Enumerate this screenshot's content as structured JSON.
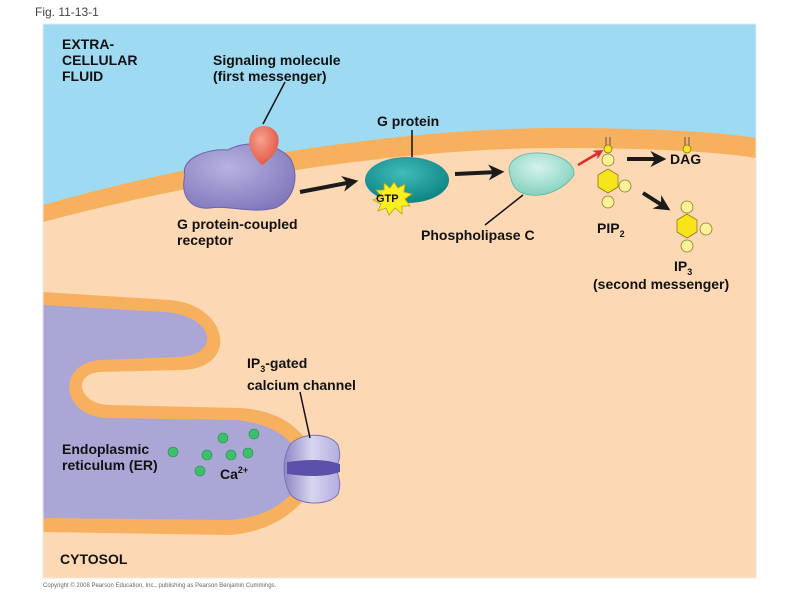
{
  "figure_label": "Fig. 11-13-1",
  "copyright": "Copyright © 2008 Pearson Education, Inc., publishing as Pearson Benjamin Cummings.",
  "regions": {
    "extracellular": [
      "EXTRA-",
      "CELLULAR",
      "FLUID"
    ],
    "cytosol": "CYTOSOL"
  },
  "labels": {
    "signaling_molecule": [
      "Signaling molecule",
      "(first messenger)"
    ],
    "g_protein": "G protein",
    "gtp": "GTP",
    "receptor": [
      "G protein-coupled",
      "receptor"
    ],
    "phospholipase": "Phospholipase C",
    "pip2": {
      "base": "PIP",
      "sub": "2"
    },
    "dag": "DAG",
    "ip3": {
      "base": "IP",
      "sub": "3",
      "note": "(second messenger)"
    },
    "channel": {
      "base": "IP",
      "sub": "3",
      "rest": "-gated",
      "line2": "calcium channel"
    },
    "er": [
      "Endoplasmic",
      "reticulum (ER)"
    ],
    "calcium": {
      "base": "Ca",
      "sup": "2+"
    }
  },
  "colors": {
    "extracellular": "#9fdaf3",
    "membrane": "#f7b15e",
    "cytosol": "#fcd9b4",
    "er_lumen": "#aaa6d6",
    "receptor": "#9c94cf",
    "signal": "#ee6f5d",
    "g_protein": "#169b9a",
    "plc": "#9fe0cf",
    "hexagon": "#f7e41a",
    "phosphate": "#fbf19a",
    "calcium": "#3fbf6b",
    "arrow": "#1b1b1b",
    "red_arrow": "#e02b2b"
  }
}
